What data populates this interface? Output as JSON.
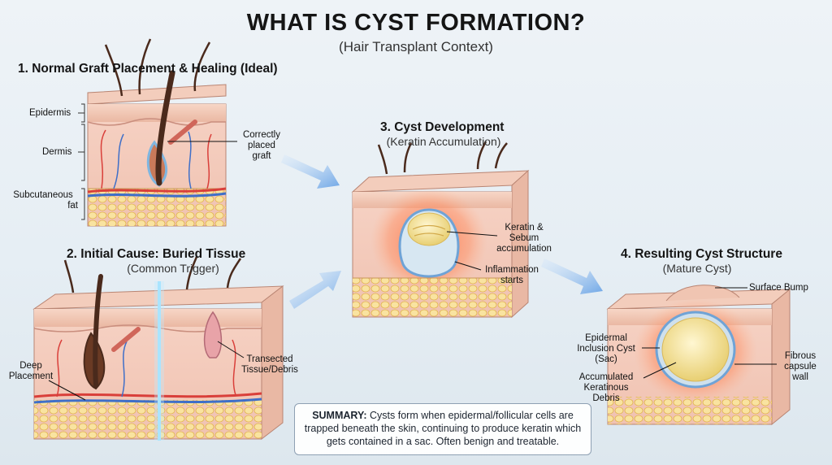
{
  "title": "WHAT IS CYST FORMATION?",
  "subtitle": "(Hair Transplant Context)",
  "panels": {
    "p1": {
      "heading": "1. Normal Graft Placement & Healing (Ideal)",
      "layers": {
        "epidermis": "Epidermis",
        "dermis": "Dermis",
        "fat_line1": "Subcutaneous",
        "fat_line2": "fat"
      },
      "callout": {
        "line1": "Correctly",
        "line2": "placed",
        "line3": "graft"
      }
    },
    "p2": {
      "heading": "2. Initial Cause: Buried Tissue",
      "subheading": "(Common Trigger)",
      "callout_left": {
        "line1": "Deep",
        "line2": "Placement"
      },
      "callout_right": {
        "line1": "Transected",
        "line2": "Tissue/Debris"
      }
    },
    "p3": {
      "heading": "3. Cyst Development",
      "subheading": "(Keratin Accumulation)",
      "callout_keratin": {
        "line1": "Keratin &",
        "line2": "Sebum",
        "line3": "accumulation"
      },
      "callout_inflam": {
        "line1": "Inflammation",
        "line2": "starts"
      }
    },
    "p4": {
      "heading": "4. Resulting Cyst Structure",
      "subheading": "(Mature Cyst)",
      "callout_bump": "Surface Bump",
      "callout_sac": {
        "line1": "Epidermal",
        "line2": "Inclusion Cyst",
        "line3": "(Sac)"
      },
      "callout_debris": {
        "line1": "Accumulated",
        "line2": "Keratinous",
        "line3": "Debris"
      },
      "callout_capsule": {
        "line1": "Fibrous",
        "line2": "capsule",
        "line3": "wall"
      }
    }
  },
  "summary": {
    "label": "SUMMARY:",
    "text": "Cysts form when epidermal/follicular cells are trapped beneath the skin, continuing to produce keratin which gets contained in a sac. Often benign and treatable."
  },
  "colors": {
    "epidermis": "#f2c8b5",
    "dermis": "#f4cfc0",
    "fat": "#f3d27a",
    "hair": "#4a2a1c",
    "vessel_red": "#d93f3a",
    "vessel_blue": "#3f6fc8",
    "arrow": "#7fb2ea",
    "inflammation": "#f26b4a",
    "keratin": "#f4e4a2"
  }
}
